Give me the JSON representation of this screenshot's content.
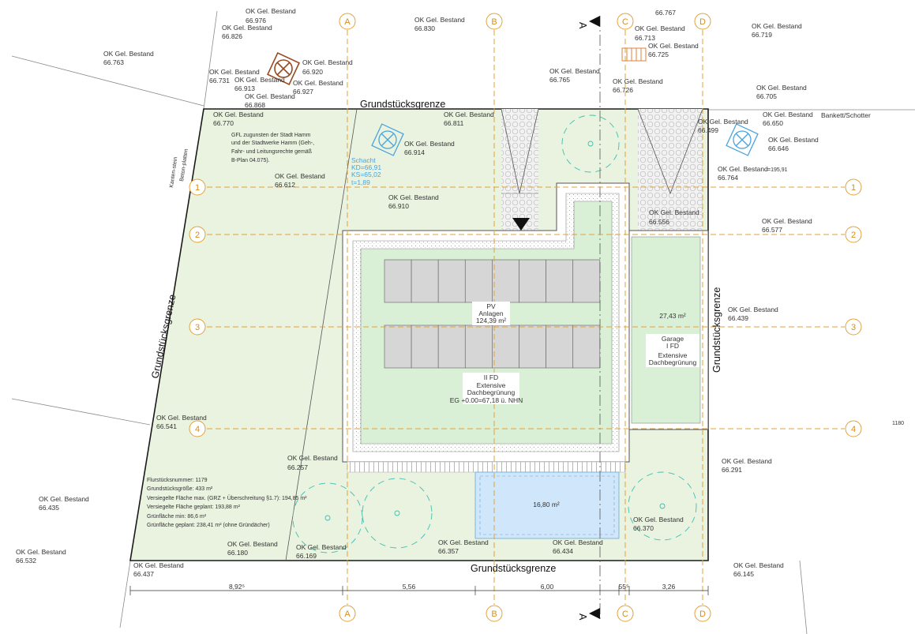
{
  "boundary_label": "Grundstücksgrenze",
  "axes": {
    "columns": [
      "A",
      "B",
      "C",
      "D"
    ],
    "rows": [
      "1",
      "2",
      "3",
      "4"
    ]
  },
  "section_marker": "A",
  "spot_heights": [
    {
      "label": "OK Gel. Bestand",
      "value": "66.976"
    },
    {
      "label": "OK Gel. Bestand",
      "value": "66.826"
    },
    {
      "label": "OK Gel. Bestand",
      "value": "66.763"
    },
    {
      "label": "OK Gel. Bestand",
      "value": "66.731"
    },
    {
      "label": "OK Gel. Bestand",
      "value": "66.913"
    },
    {
      "label": "OK Gel. Bestand",
      "value": "66.868"
    },
    {
      "label": "OK Gel. Bestand",
      "value": "66.920"
    },
    {
      "label": "OK Gel. Bestand",
      "value": "66.927"
    },
    {
      "label": "OK Gel. Bestand",
      "value": "66.830"
    },
    {
      "label": "OK Gel. Bestand",
      "value": "66.765"
    },
    {
      "label": "",
      "value": "66.767"
    },
    {
      "label": "OK Gel. Bestand",
      "value": "66.713"
    },
    {
      "label": "OK Gel. Bestand",
      "value": "66.725"
    },
    {
      "label": "OK Gel. Bestand",
      "value": "66.726"
    },
    {
      "label": "OK Gel. Bestand",
      "value": "66.719"
    },
    {
      "label": "OK Gel. Bestand",
      "value": "66.705"
    },
    {
      "label": "OK Gel. Bestand",
      "value": "66.770"
    },
    {
      "label": "OK Gel. Bestand",
      "value": "66.811"
    },
    {
      "label": "OK Gel. Bestand",
      "value": "66.914"
    },
    {
      "label": "OK Gel. Bestand",
      "value": "66.499"
    },
    {
      "label": "OK Gel. Bestand",
      "value": "66.650"
    },
    {
      "label": "OK Gel. Bestand",
      "value": "66.646"
    },
    {
      "label": "OK Gel. Bestand",
      "value": "66.764"
    },
    {
      "label": "OK Gel. Bestand",
      "value": "66.612"
    },
    {
      "label": "OK Gel. Bestand",
      "value": "66.910"
    },
    {
      "label": "OK Gel. Bestand",
      "value": "66.556"
    },
    {
      "label": "OK Gel. Bestand",
      "value": "66.577"
    },
    {
      "label": "OK Gel. Bestand",
      "value": "66.439"
    },
    {
      "label": "OK Gel. Bestand",
      "value": "66.541"
    },
    {
      "label": "OK Gel. Bestand",
      "value": "66.257"
    },
    {
      "label": "OK Gel. Bestand",
      "value": "66.291"
    },
    {
      "label": "OK Gel. Bestand",
      "value": "66.435"
    },
    {
      "label": "OK Gel. Bestand",
      "value": "66.370"
    },
    {
      "label": "OK Gel. Bestand",
      "value": "66.532"
    },
    {
      "label": "OK Gel. Bestand",
      "value": "66.180"
    },
    {
      "label": "OK Gel. Bestand",
      "value": "66.169"
    },
    {
      "label": "OK Gel. Bestand",
      "value": "66.357"
    },
    {
      "label": "OK Gel. Bestand",
      "value": "66.434"
    },
    {
      "label": "OK Gel. Bestand",
      "value": "66.437"
    },
    {
      "label": "OK Gel. Bestand",
      "value": "66.145"
    }
  ],
  "notes": {
    "gfl": [
      "GFL zugunsten der Stadt Hamm",
      "und der Stadtwerke Hamm (Geh-,",
      "Fahr- und Leitungsrechte gemäß",
      "B-Plan 04.075)."
    ],
    "kanten": [
      "Kanten-stein",
      "Beton-platten"
    ],
    "bankett": "Bankett/Schotter",
    "level_195": "=195,91",
    "dim_1180": "1180"
  },
  "schacht": {
    "title": "Schacht",
    "kd": "KD=66,91",
    "ks": "KS=65,02",
    "t": "t=1,89"
  },
  "main_building": {
    "pv": [
      "PV",
      "Anlagen",
      "124,39 m²"
    ],
    "roof": [
      "II FD",
      "Extensive",
      "Dachbegrünung"
    ],
    "eg": "EG +0.00=67,18 ü. NHN"
  },
  "garage": {
    "area": "27,43 m²",
    "text": [
      "Garage",
      "I FD",
      "Extensive",
      "Dachbegrünung"
    ]
  },
  "pool": {
    "area": "16,80 m²"
  },
  "site_info": [
    "Flurstücksnummer: 1179",
    "Grundstücksgröße: 433 m²",
    "Versiegelte Fläche max. (GRZ + Überschreitung §1.7): 194,85 m²",
    "Versiegelte Fläche geplant: 193,88 m²",
    "Grünfläche min: 86,6 m²",
    "Grünfläche geplant: 238,41 m² (ohne Gründächer)"
  ],
  "dimensions": [
    "8,92⁵",
    "5,56",
    "6,00",
    "55⁵",
    "3,26"
  ],
  "colors": {
    "lawn": "#e9f3df",
    "roof_green": "#d9f0d6",
    "pool": "#cfe6fb",
    "axis": "#e2a23a",
    "trees": "#3fbfb2",
    "schacht": "#4aa3df",
    "existing_tree": "#9a4a1f"
  }
}
